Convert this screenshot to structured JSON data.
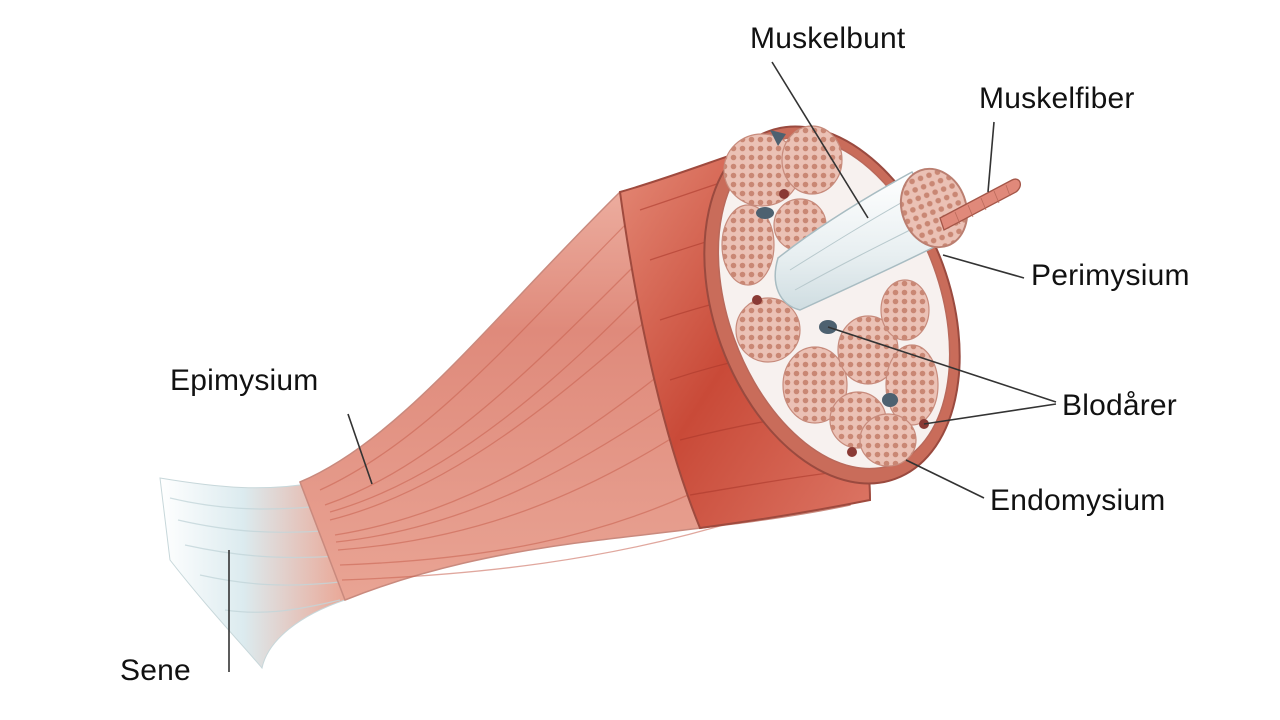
{
  "diagram": {
    "labels": {
      "muskelbunt": "Muskelbunt",
      "muskelfiber": "Muskelfiber",
      "perimysium": "Perimysium",
      "blodarer": "Blodårer",
      "endomysium": "Endomysium",
      "epimysium": "Epimysium",
      "sene": "Sene"
    },
    "colors": {
      "muscle": "#d9776a",
      "muscle_dark": "#b9473a",
      "muscle_light": "#f0b4a8",
      "tendon": "#dfeef0",
      "cross_section_bg": "#f6f0ee",
      "fascicle_fill": "#e4b3a5",
      "fiber_dot": "#b0644f",
      "vessel_blue": "#4d6170",
      "vessel_red": "#8a3a35",
      "bundle_white": "#eef3f4",
      "leader_line": "#333333"
    }
  }
}
